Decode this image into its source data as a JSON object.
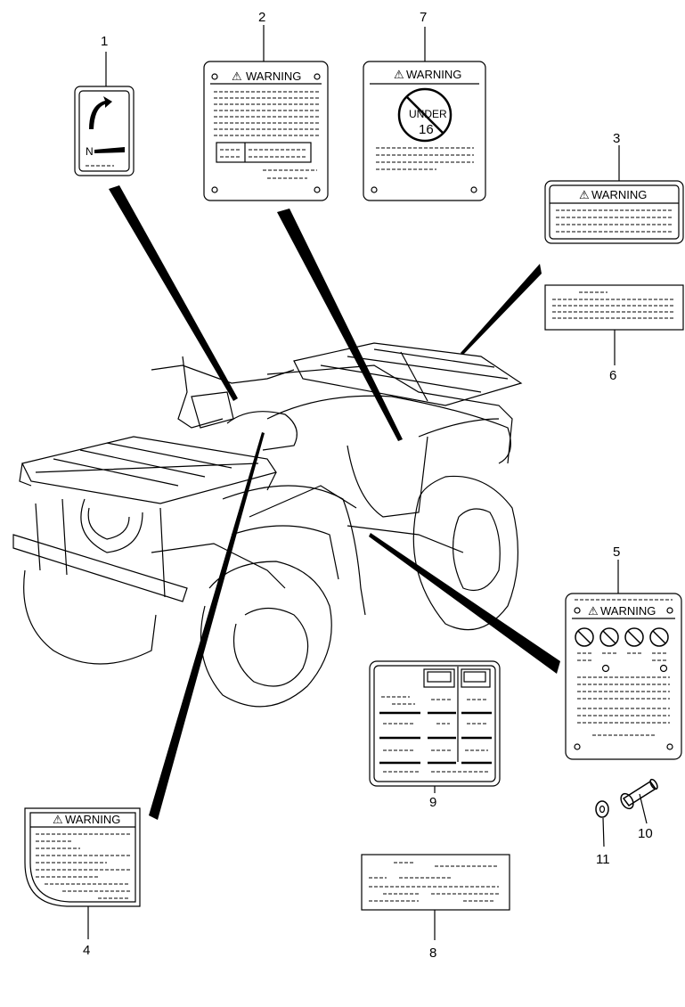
{
  "callouts": {
    "c1": "1",
    "c2": "2",
    "c3": "3",
    "c4": "4",
    "c5": "5",
    "c6": "6",
    "c7": "7",
    "c8": "8",
    "c9": "9",
    "c10": "10",
    "c11": "11"
  },
  "labels": {
    "warning_2": "WARNING",
    "warning_7": "WARNING",
    "warning_3": "WARNING",
    "warning_5": "WARNING",
    "warning_4": "WARNING",
    "under": "UNDER",
    "age": "16",
    "neutral": "N"
  }
}
